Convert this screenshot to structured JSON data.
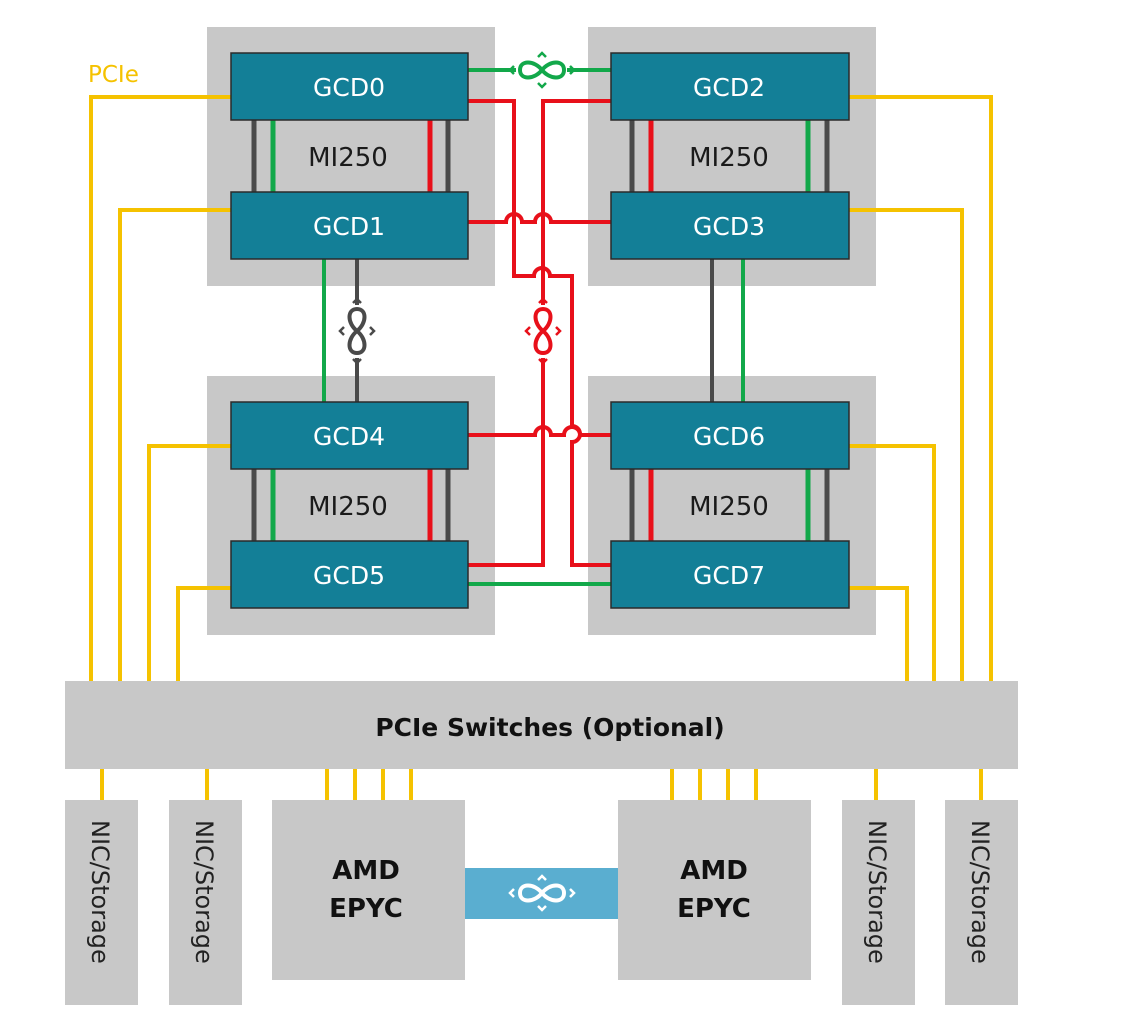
{
  "legend": {
    "pcie_label": "PCIe"
  },
  "packages": [
    {
      "label": "MI250"
    },
    {
      "label": "MI250"
    },
    {
      "label": "MI250"
    },
    {
      "label": "MI250"
    }
  ],
  "gcds": [
    {
      "label": "GCD0"
    },
    {
      "label": "GCD1"
    },
    {
      "label": "GCD2"
    },
    {
      "label": "GCD3"
    },
    {
      "label": "GCD4"
    },
    {
      "label": "GCD5"
    },
    {
      "label": "GCD6"
    },
    {
      "label": "GCD7"
    }
  ],
  "pcie_switch": {
    "label": "PCIe Switches (Optional)"
  },
  "cpus": [
    {
      "line1": "AMD",
      "line2": "EPYC"
    },
    {
      "line1": "AMD",
      "line2": "EPYC"
    }
  ],
  "nics": [
    {
      "label": "NIC/Storage"
    },
    {
      "label": "NIC/Storage"
    },
    {
      "label": "NIC/Storage"
    },
    {
      "label": "NIC/Storage"
    }
  ],
  "colors": {
    "gcd_fill": "#137f97",
    "package_fill": "#c8c8c8",
    "pcie_line": "#f5c200",
    "link_red": "#e8101a",
    "link_green": "#12a84a",
    "link_gray": "#4a4a4a",
    "cpu_link": "#5aaed0"
  },
  "icons": [
    "infinity-fabric-icon-green",
    "infinity-fabric-icon-gray",
    "infinity-fabric-icon-red",
    "infinity-fabric-icon-blue"
  ]
}
